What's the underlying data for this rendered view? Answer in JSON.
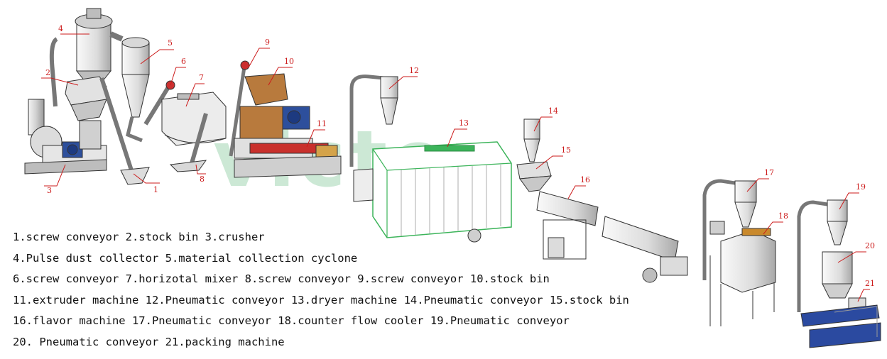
{
  "watermark": "victor",
  "callouts": [
    "1",
    "2",
    "3",
    "4",
    "5",
    "6",
    "7",
    "8",
    "9",
    "10",
    "11",
    "12",
    "13",
    "14",
    "15",
    "16",
    "17",
    "18",
    "19",
    "20",
    "21"
  ],
  "legend": [
    "1.screw conveyor 2.stock bin 3.crusher",
    "4.Pulse dust collector 5.material collection cyclone",
    "6.screw conveyor 7.horizotal mixer 8.screw conveyor 9.screw conveyor 10.stock bin",
    "11.extruder machine 12.Pneumatic conveyor 13.dryer machine 14.Pneumatic conveyor 15.stock bin",
    "16.flavor machine 17.Pneumatic conveyor 18.counter flow cooler 19.Pneumatic conveyor",
    "20.  Pneumatic conveyor 21.packing machine"
  ],
  "colors": {
    "callout": "#cc1b1b",
    "outline": "#333333",
    "motor_blue": "#2d4f9c",
    "extruder_red": "#c9302c",
    "bin_tan": "#b87a3d",
    "dryer_green": "#3cb45a",
    "pallet_blue": "#2b4aa0"
  }
}
